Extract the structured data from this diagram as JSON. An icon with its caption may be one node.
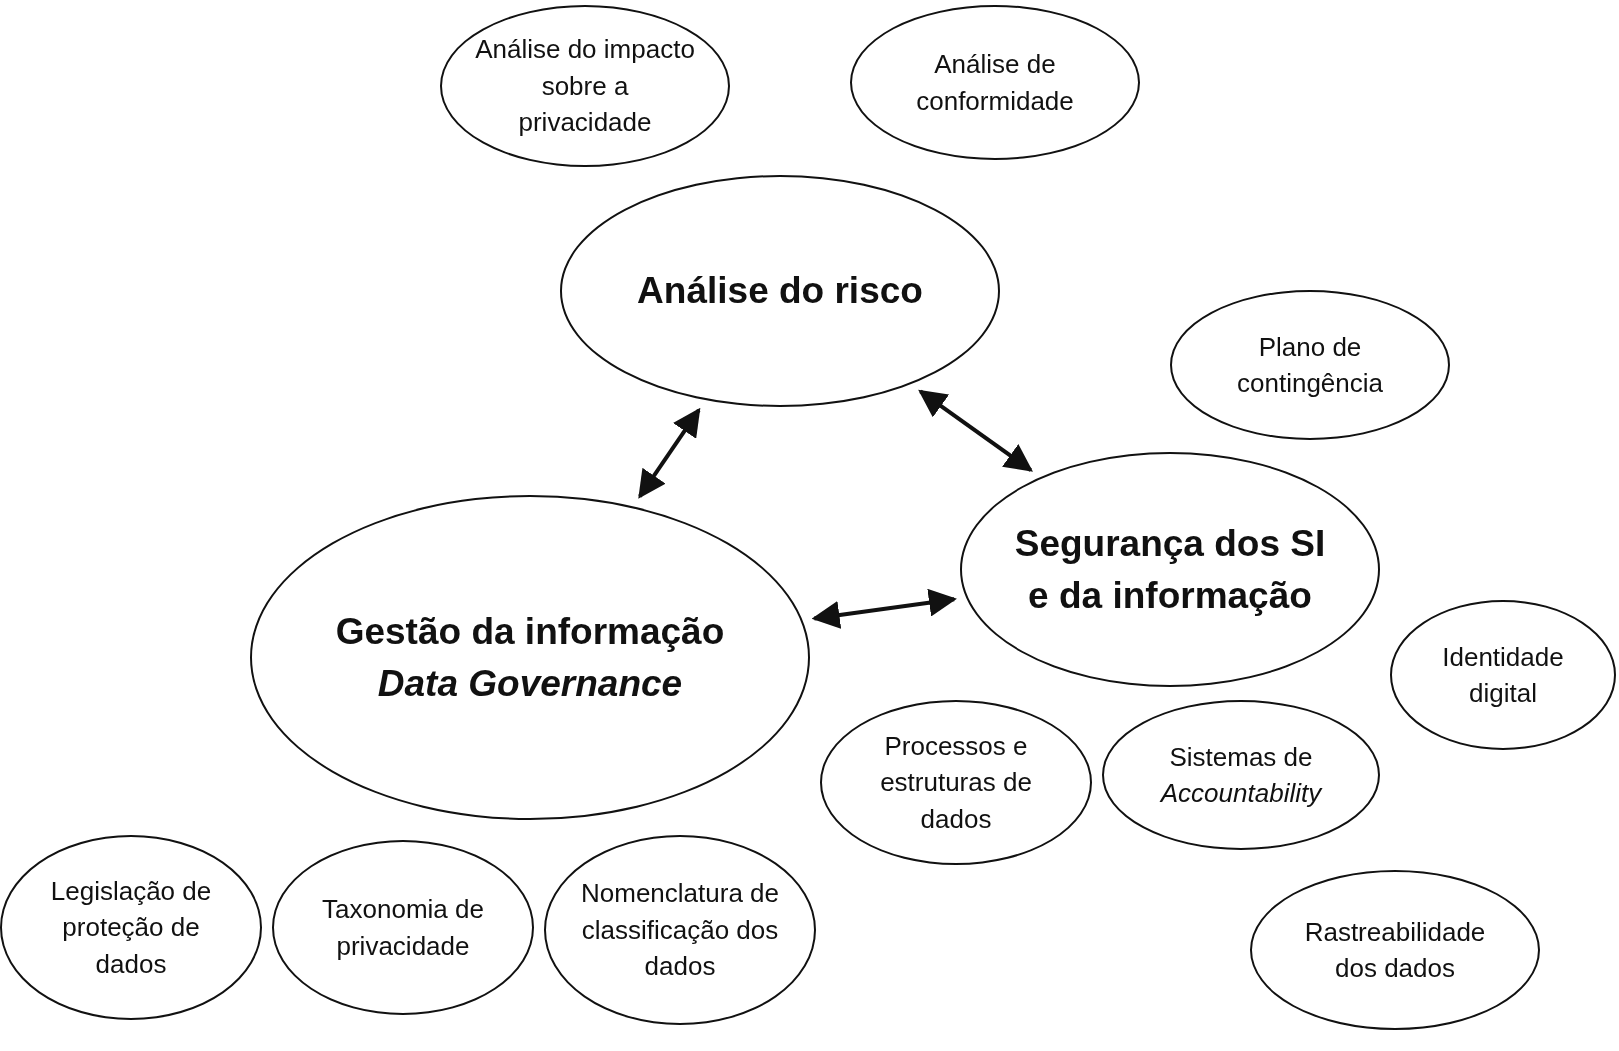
{
  "diagram": {
    "nodes": [
      {
        "text": [
          "Análise do impacto sobre a privacidade"
        ]
      },
      {
        "text": [
          "Análise de conformidade"
        ]
      },
      {
        "text": [
          "Análise do risco"
        ]
      },
      {
        "text": [
          "Plano de contingência"
        ]
      },
      {
        "text": [
          "Segurança dos SI e da informação"
        ]
      },
      {
        "text": [
          "Gestão da informação *Data Governance*"
        ]
      },
      {
        "text": [
          "Legislação de proteção de dados"
        ]
      },
      {
        "text": [
          "Processos e estruturas de dados"
        ]
      },
      {
        "text": [
          "Sistemas de *Accountability*"
        ]
      },
      {
        "text": [
          "Identidade digital"
        ]
      },
      {
        "text": [
          "Taxonomia de privacidade"
        ]
      },
      {
        "text": [
          "Nomenclatura de classificação dos dados"
        ]
      },
      {
        "text": [
          "Rastreabilidade dos dados"
        ]
      }
    ],
    "edges": [
      {
        "from": 2,
        "to": 5,
        "arrow": "both"
      },
      {
        "from": 2,
        "to": 4,
        "arrow": "both"
      },
      {
        "from": 5,
        "to": 4,
        "arrow": "both"
      }
    ]
  }
}
